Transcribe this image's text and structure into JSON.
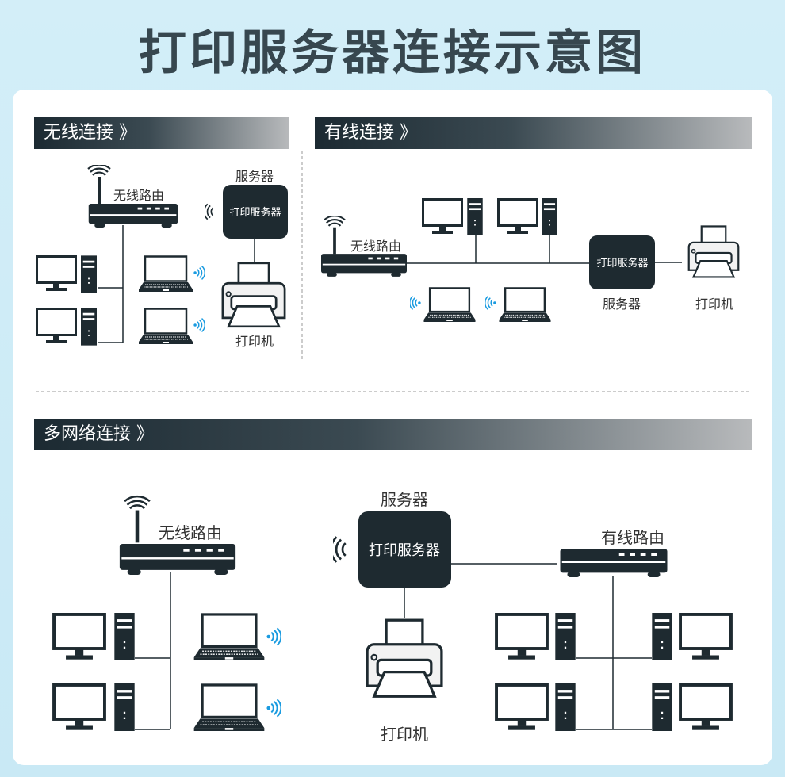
{
  "title": "打印服务器连接示意图",
  "sections": {
    "wireless": {
      "header": "无线连接 》",
      "router": "无线路由",
      "server_label": "服务器",
      "server_box": "打印服务器",
      "printer": "打印机"
    },
    "wired": {
      "header": "有线连接 》",
      "router": "无线路由",
      "server_label": "服务器",
      "server_box": "打印服务器",
      "printer": "打印机"
    },
    "multi": {
      "header": "多网络连接 》",
      "router": "无线路由",
      "server_label": "服务器",
      "server_box": "打印服务器",
      "printer": "打印机",
      "wired_router": "有线路由"
    }
  },
  "colors": {
    "dark": "#1e2a30",
    "wifi_blue": "#1a9be0",
    "title": "#37474f"
  }
}
